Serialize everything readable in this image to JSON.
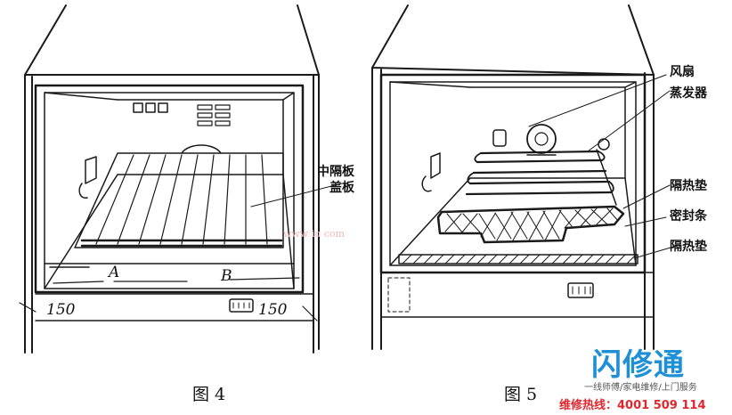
{
  "figure4": {
    "caption": "图 4",
    "label_partition": "中隔板",
    "label_cover": "盖板",
    "mark_a": "A",
    "mark_b": "B",
    "dim_left": "150",
    "dim_right": "150"
  },
  "figure5": {
    "caption": "图 5",
    "label_fan": "风扇",
    "label_evaporator": "蒸发器",
    "label_insulation_top": "隔热垫",
    "label_seal": "密封条",
    "label_insulation_bottom": "隔热垫"
  },
  "watermark": {
    "brand": "闪修通",
    "slogan": "一线师傅/家电维修/上门服务",
    "hotline": "维修热线：4001 509 114",
    "faint_text": "www   iu   com"
  }
}
